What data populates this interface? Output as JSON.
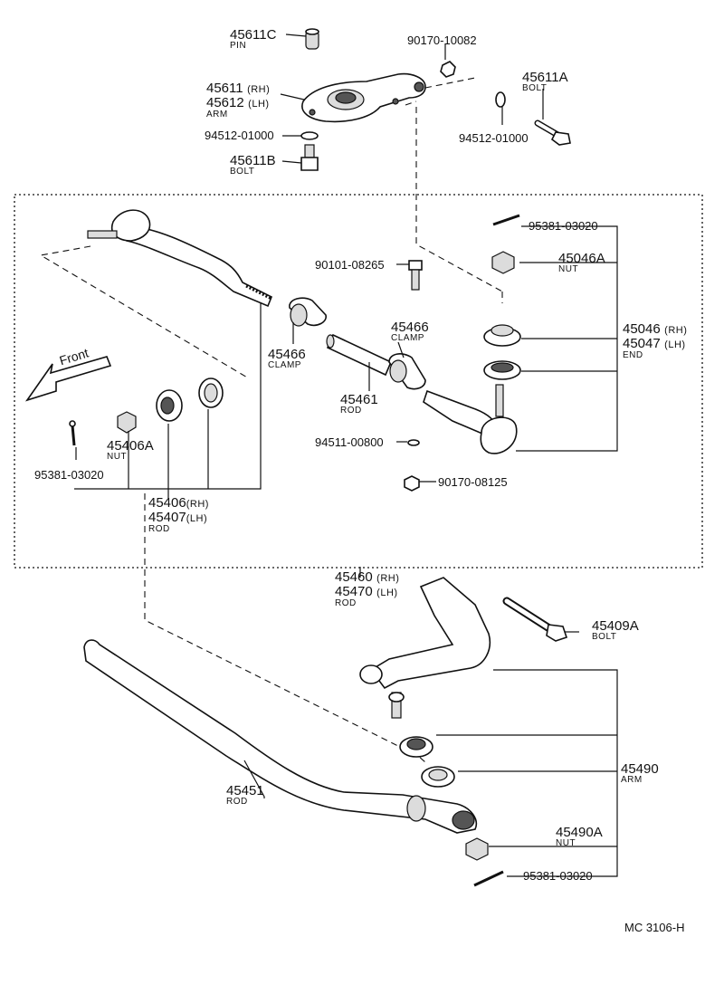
{
  "parts": {
    "p45611c": {
      "num": "45611C",
      "desc": "PIN"
    },
    "p90170_10082": {
      "num": "90170-10082"
    },
    "p45611": {
      "num": "45611",
      "side": "(RH)"
    },
    "p45612": {
      "num": "45612",
      "side": "(LH)",
      "desc": "ARM"
    },
    "p45611a": {
      "num": "45611A",
      "desc": "BOLT"
    },
    "p94512_left": {
      "num": "94512-01000"
    },
    "p94512_right": {
      "num": "94512-01000"
    },
    "p45611b": {
      "num": "45611B",
      "desc": "BOLT"
    },
    "p95381_top": {
      "num": "95381-03020"
    },
    "p90101": {
      "num": "90101-08265"
    },
    "p45046a": {
      "num": "45046A",
      "desc": "NUT"
    },
    "p45466_right": {
      "num": "45466",
      "desc": "CLAMP"
    },
    "p45466_left": {
      "num": "45466",
      "desc": "CLAMP"
    },
    "p45046": {
      "num": "45046",
      "side": "(RH)"
    },
    "p45047": {
      "num": "45047",
      "side": "(LH)",
      "desc": "END"
    },
    "p45461": {
      "num": "45461",
      "desc": "ROD"
    },
    "p94511": {
      "num": "94511-00800"
    },
    "p90170_08125": {
      "num": "90170-08125"
    },
    "p45406a": {
      "num": "45406A",
      "desc": "NUT"
    },
    "p95381_left": {
      "num": "95381-03020"
    },
    "p45406": {
      "num": "45406",
      "side": "(RH)"
    },
    "p45407": {
      "num": "45407",
      "side": "(LH)",
      "desc": "ROD"
    },
    "p45460": {
      "num": "45460",
      "side": "(RH)"
    },
    "p45470": {
      "num": "45470",
      "side": "(LH)",
      "desc": "ROD"
    },
    "p45409a": {
      "num": "45409A",
      "desc": "BOLT"
    },
    "p45490": {
      "num": "45490",
      "desc": "ARM"
    },
    "p45451": {
      "num": "45451",
      "desc": "ROD"
    },
    "p45490a": {
      "num": "45490A",
      "desc": "NUT"
    },
    "p95381_bottom": {
      "num": "95381-03020"
    }
  },
  "front_label": "Front",
  "diagram_code": "MC 3106-H"
}
